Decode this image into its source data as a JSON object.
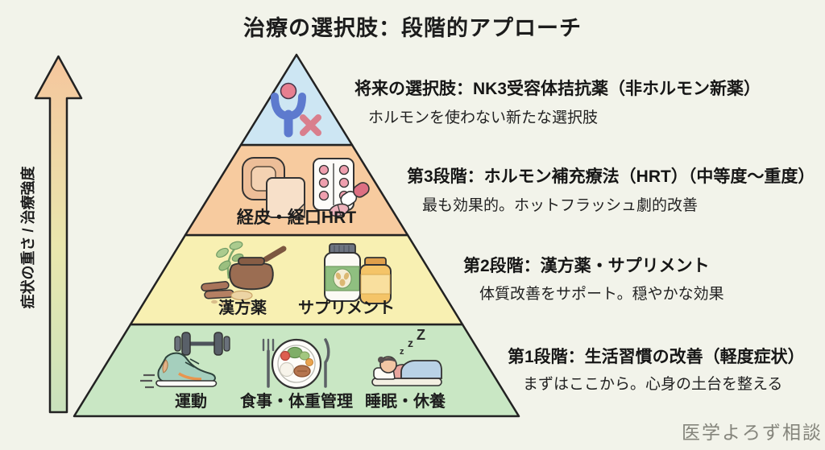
{
  "title": "治療の選択肢：段階的アプローチ",
  "axis_label": "症状の重さ / 治療強度",
  "watermark": "医学よろず相談",
  "colors": {
    "background": "#f2f3ea",
    "outline": "#222222",
    "arrow_bottom": "#c9e2bd",
    "arrow_middle": "#e9e7ae",
    "arrow_top": "#f5c69d"
  },
  "sleep_zzz": [
    "z",
    "z",
    "Z"
  ],
  "pyramid": {
    "levels": [
      {
        "name": "future-option",
        "color": "#cde6f3",
        "icons": [
          "person-no-hormone-icon"
        ],
        "inner_labels": [],
        "heading": "将来の選択肢：NK3受容体拮抗薬（非ホルモン新薬）",
        "description": "ホルモンを使わない新たな選択肢"
      },
      {
        "name": "step-3",
        "color": "#f7cb9f",
        "icons": [
          "hrt-patch-icon",
          "pill-sheet-icon"
        ],
        "inner_labels": [
          "経皮・経口HRT"
        ],
        "heading": "第3段階：ホルモン補充療法（HRT）（中等度～重度）",
        "description": "最も効果的。ホットフラッシュ劇的改善"
      },
      {
        "name": "step-2",
        "color": "#f8f0b2",
        "icons": [
          "kampo-icon",
          "supplement-icon"
        ],
        "inner_labels": [
          "漢方薬",
          "サプリメント"
        ],
        "heading": "第2段階：漢方薬・サプリメント",
        "description": "体質改善をサポート。穏やかな効果"
      },
      {
        "name": "step-1",
        "color": "#c9e7c4",
        "icons": [
          "exercise-icon",
          "meal-icon",
          "sleep-icon"
        ],
        "inner_labels": [
          "運動",
          "食事・体重管理",
          "睡眠・休養"
        ],
        "heading": "第1段階：生活習慣の改善（軽度症状）",
        "description": "まずはここから。心身の土台を整える"
      }
    ]
  }
}
